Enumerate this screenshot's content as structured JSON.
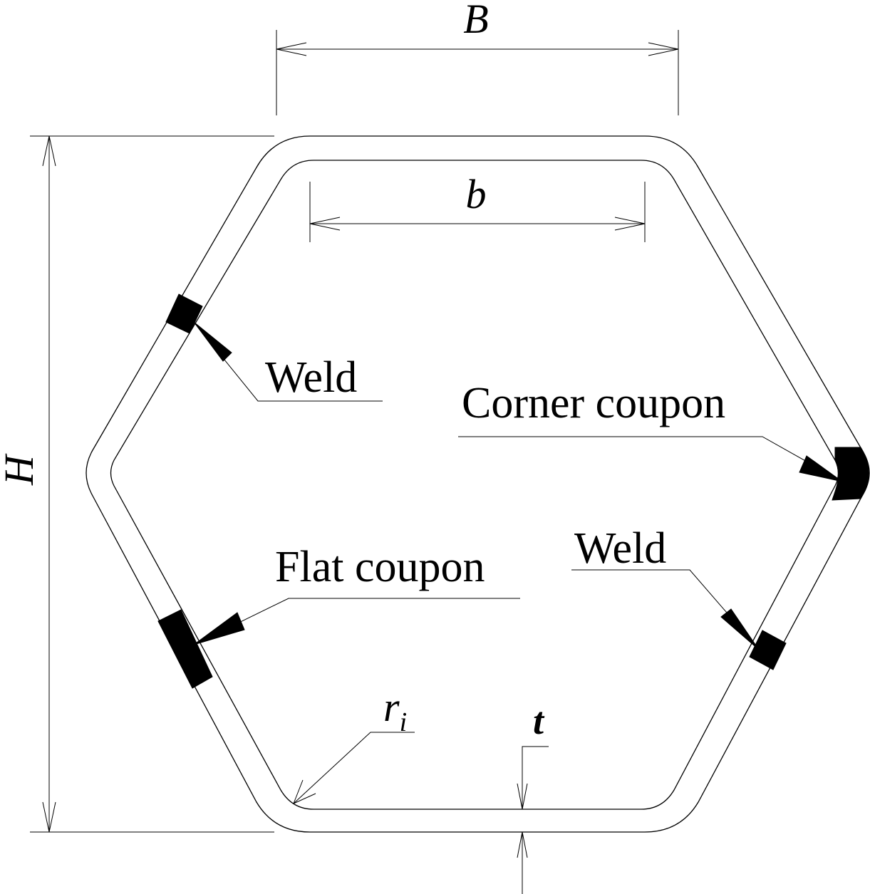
{
  "dimensions": {
    "outer_width": "B",
    "inner_width": "b",
    "height": "H",
    "inner_radius": "r",
    "inner_radius_subscript": "i",
    "thickness": "t"
  },
  "labels": {
    "weld_upper_left": "Weld",
    "corner_coupon": "Corner coupon",
    "weld_lower_right": "Weld",
    "flat_coupon": "Flat coupon"
  },
  "colors": {
    "line": "#000000",
    "background": "#ffffff"
  }
}
